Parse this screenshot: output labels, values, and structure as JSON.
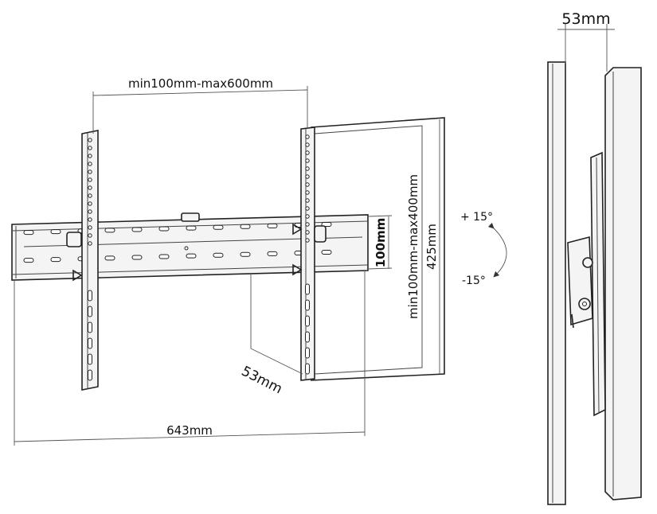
{
  "front_view": {
    "vesa_width_label": "min100mm-max600mm",
    "vesa_height_label": "min100mm-max400mm",
    "height_label": "425mm",
    "rail_spacing_label": "100mm",
    "depth_label": "53mm",
    "width_label": "643mm"
  },
  "tilt": {
    "up_label": "+ 15°",
    "down_label": "-15°"
  },
  "side_view": {
    "depth_label": "53mm"
  }
}
